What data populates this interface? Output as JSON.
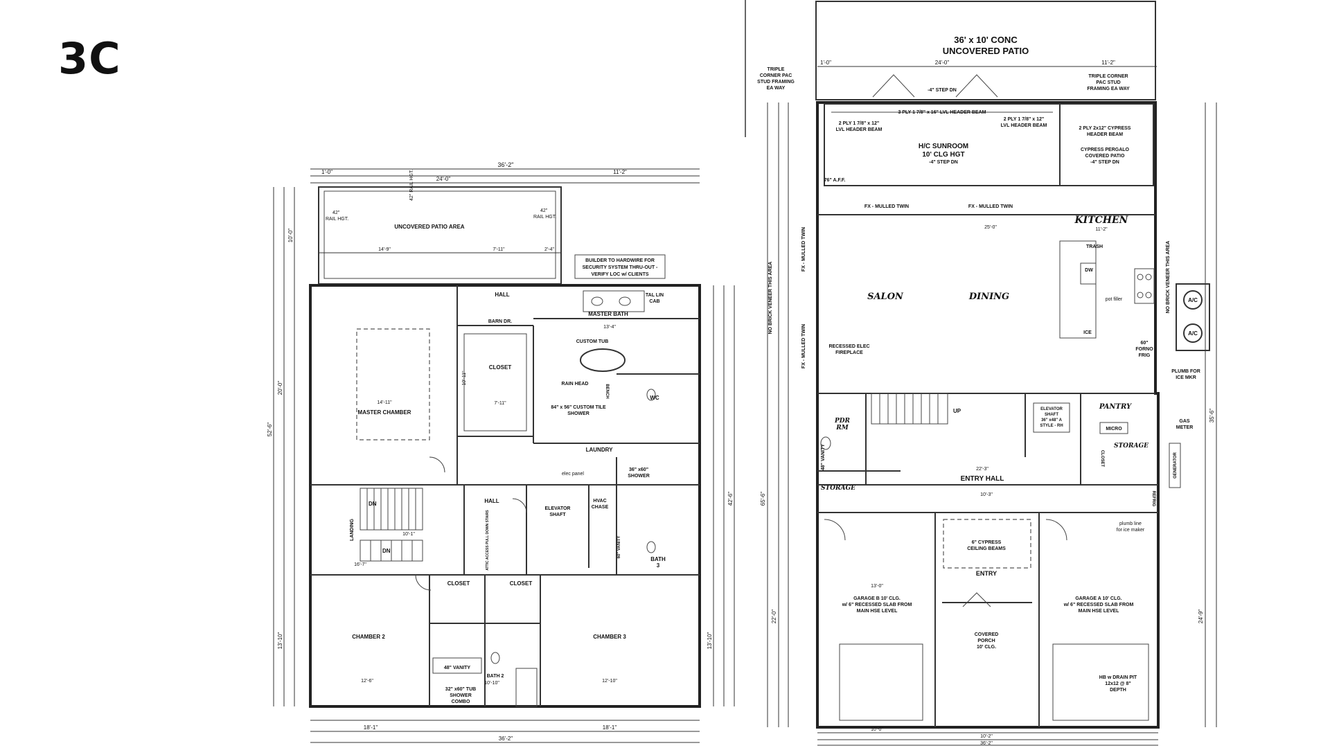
{
  "page": {
    "label": "3C"
  },
  "left_plan": {
    "top_dims": {
      "overall": "36'-2\"",
      "a": "1'-0\"",
      "b": "24'-0\"",
      "c": "11'-2\""
    },
    "patio": {
      "name": "UNCOVERED PATIO AREA",
      "rail_a": "42\"",
      "rail_a2": "RAIL HGT.",
      "rail_b": "42\"",
      "rail_b2": "RAIL HGT.",
      "rail_c": "42\" RAIL HGT.",
      "dim_a": "14'-9\"",
      "dim_b": "7'-11\"",
      "dim_c": "2'-4\""
    },
    "note": {
      "l1": "BUILDER TO HARDWIRE FOR",
      "l2": "SECURITY SYSTEM THRU-OUT -",
      "l3": "VERIFY LOC w/ CLIENTS"
    },
    "rooms": {
      "master_chamber": "MASTER CHAMBER",
      "closet": "CLOSET",
      "hall": "HALL",
      "barn": "BARN DR.",
      "master_bath": "MASTER BATH",
      "tal": "TAL LIN",
      "tal2": "CAB",
      "custom_tub": "CUSTOM TUB",
      "rain": "RAIN HEAD",
      "shower1": "84\" x 56\" CUSTOM TILE",
      "shower2": "SHOWER",
      "wc": "WC",
      "bench": "BENCH",
      "laundry": "LAUNDRY",
      "elec": "elec panel",
      "shower36a": "36\" x60\"",
      "shower36b": "SHOWER",
      "elevator1": "ELEVATOR",
      "elevator2": "SHAFT",
      "hvac1": "HVAC",
      "hvac2": "CHASE",
      "hall2": "HALL",
      "landing": "LANDING",
      "dn1": "DN",
      "dn2": "DN",
      "attic": "ATTIC ACCESS PULL DOWN STAIRS",
      "vanity60": "60\" VANITY",
      "bath3a": "BATH",
      "bath3b": "3",
      "closet_a": "CLOSET",
      "closet_b": "CLOSET",
      "chamber2": "CHAMBER 2",
      "chamber3": "CHAMBER 3",
      "vanity48": "48\" VANITY",
      "bath2": "BATH 2",
      "tub1": "32\" x60\" TUB",
      "tub2": "SHOWER",
      "tub3": "COMBO"
    },
    "dims": {
      "d_134": "13'-4\"",
      "d_711": "7'-11\"",
      "d_1411": "14'-11\"",
      "d_1011": "10'-11\"",
      "d_169": "16'-7\"",
      "d_101": "10'-1\"",
      "d_126": "12'-6\"",
      "d_1810": "18'-1\"",
      "d_181": "18'-1\"",
      "d_1210": "12'-10\"",
      "d_1010": "10'-10\"",
      "bottom_overall": "36'-2\"",
      "left_overall": "52'-6\"",
      "right_overall": "42'-6\"",
      "left_13": "13'-10\"",
      "right_13": "13'-10\"",
      "left_20": "20'-0\"",
      "left_10": "10'-0\""
    }
  },
  "right_plan": {
    "patio": {
      "l1": "36' x 10'  CONC",
      "l2": "UNCOVERED PATIO"
    },
    "top_dims": {
      "a": "1'-0\"",
      "b": "24'-0\"",
      "c": "11'-2\""
    },
    "notes": {
      "triple_l1": "TRIPLE",
      "triple_l2": "CORNER PAC",
      "triple_l3": "STUD FRAMING",
      "triple_l4": "EA WAY",
      "triple_r1": "TRIPLE CORNER",
      "triple_r2": "PAC STUD",
      "triple_r3": "FRAMING EA WAY",
      "step_dn": "-4\" STEP DN",
      "lvl_main": "3 PLY 1 7/8\" x 16\" LVL HEADER BEAM",
      "lvl_l1": "2 PLY 1 7/8\" x 12\"",
      "lvl_l2": "LVL HEADER BEAM",
      "lvl_m1": "2 PLY 1 7/8\" x 12\"",
      "lvl_m2": "LVL HEADER BEAM",
      "cyp1": "2 PLY 2x12\" CYPRESS",
      "cyp2": "HEADER BEAM",
      "perg1": "CYPRESS PERGALO",
      "perg2": "COVERED PATIO",
      "perg3": "-4\" STEP DN",
      "fx1": "FX - MULLED TWIN",
      "fx2": "FX - MULLED TWIN",
      "fx_v1": "FX - MULLED TWIN",
      "fx_v2": "FX - MULLED TWIN",
      "brick_l": "NO BRICK VENEER THIS AREA",
      "brick_r": "NO BRICK VENEER THIS AREA",
      "afp": "76\" A.F.F."
    },
    "rooms": {
      "sunroom1": "H/C SUNROOM",
      "sunroom2": "10' CLG HGT",
      "sunroom3": "-4\" STEP DN",
      "kitchen": "KITCHEN",
      "salon": "SALON",
      "dining": "DINING",
      "trash": "TRASH",
      "dw": "DW",
      "pot": "pot filler",
      "ice": "ICE",
      "forno1": "60\"",
      "forno2": "FORNO",
      "forno3": "FRIG",
      "ac1": "A/C",
      "ac2": "A/C",
      "plumb1": "PLUMB FOR",
      "plumb2": "ICE MKR",
      "fire1": "RECESSED ELEC",
      "fire2": "FIREPLACE",
      "pdr1": "PDR",
      "pdr2": "RM",
      "up": "UP",
      "elev1": "ELEVATOR",
      "elev2": "SHAFT",
      "elev3": "36\" x48\" A",
      "elev4": "STYLE - RH",
      "pantry": "PANTRY",
      "micro": "MICRO",
      "gas1": "GAS",
      "gas2": "METER",
      "storage1": "STORAGE",
      "storage2": "STORAGE",
      "closet": "CLOSET",
      "generator": "GENERATOR",
      "entry_hall": "ENTRY HALL",
      "vanity48": "48\" VANITY",
      "refrig": "REFRIG",
      "plumbline1": "plumb line",
      "plumbline2": "for ice maker",
      "cyb1": "6\" CYPRESS",
      "cyb2": "CEILING BEAMS",
      "entry": "ENTRY",
      "gb1": "GARAGE B 10' CLG.",
      "gb2": "w/ 6\" RECESSED SLAB FROM",
      "gb3": "MAIN HSE LEVEL",
      "ga1": "GARAGE A 10' CLG.",
      "ga2": "w/ 6\" RECESSED SLAB FROM",
      "ga3": "MAIN HSE LEVEL",
      "porch1": "COVERED",
      "porch2": "PORCH",
      "porch3": "10' CLG.",
      "hb1": "HB w DRAIN PIT",
      "hb2": "12x12 @ 8\"",
      "hb3": "DEPTH"
    },
    "dims": {
      "d_250": "25'-0\"",
      "d_112": "11'-2\"",
      "d_223": "22'-3\"",
      "d_103": "10'-3\"",
      "d_130": "13'-0\"",
      "d_100": "10'-0\"",
      "d_102": "10'-2\"",
      "d_362": "36'-2\"",
      "left_656": "65'-6\"",
      "right_356": "35'-6\"",
      "left_220": "22'-0\"",
      "right_249": "24'-9\""
    }
  }
}
